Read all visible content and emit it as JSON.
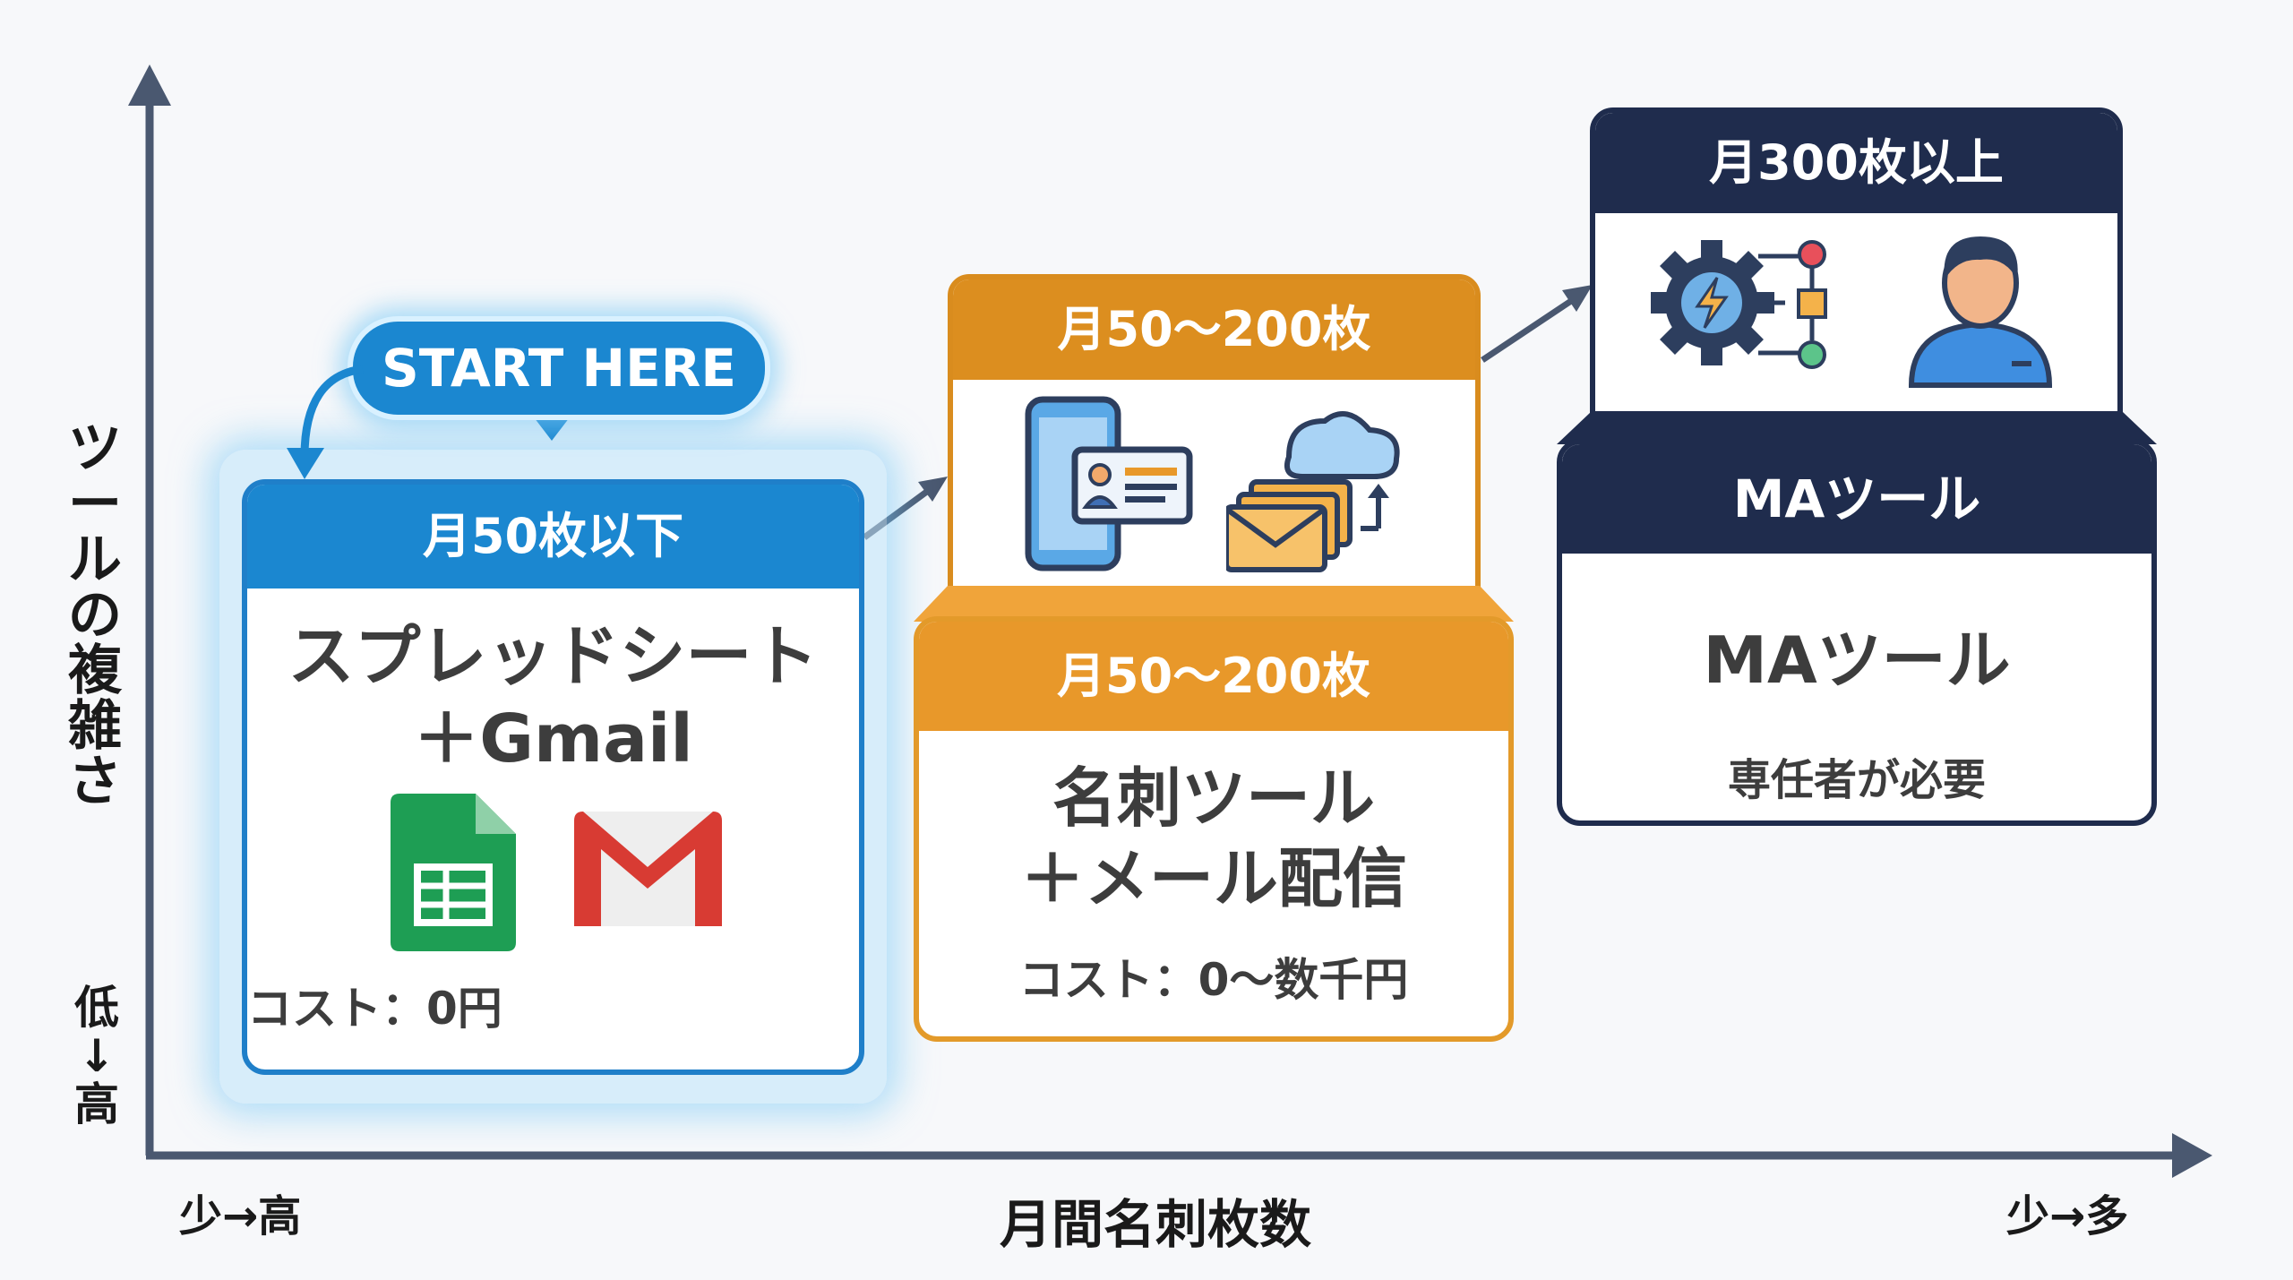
{
  "axes": {
    "y_title": "ツールの複雑さ",
    "y_range": "低↓高",
    "x_title": "月間名刺枚数",
    "x_range_left": "少→高",
    "x_range_right": "少→多"
  },
  "start_bubble": "START HERE",
  "tier_small": {
    "header": "月50枚以下",
    "line1": "スプレッドシート",
    "line2": "＋Gmail",
    "cost": "コスト：0円",
    "icons": [
      "sheets-icon",
      "gmail-icon"
    ]
  },
  "tier_medium": {
    "top_header": "月50〜200枚",
    "icons": [
      "card-scan-phone-icon",
      "cloud-mail-icon"
    ],
    "header": "月50〜200枚",
    "line1": "名刺ツール",
    "line2": "＋メール配信",
    "cost": "コスト：0〜数千円"
  },
  "tier_large": {
    "top_header": "月300枚以上",
    "icons": [
      "automation-gear-icon",
      "person-icon"
    ],
    "header": "MAツール",
    "main": "MAツール",
    "sub": "専任者が必要"
  },
  "colors": {
    "blue": "#1b87d0",
    "orange": "#dc8e1f",
    "navy": "#1f2c4d",
    "axis": "#4a5870"
  }
}
